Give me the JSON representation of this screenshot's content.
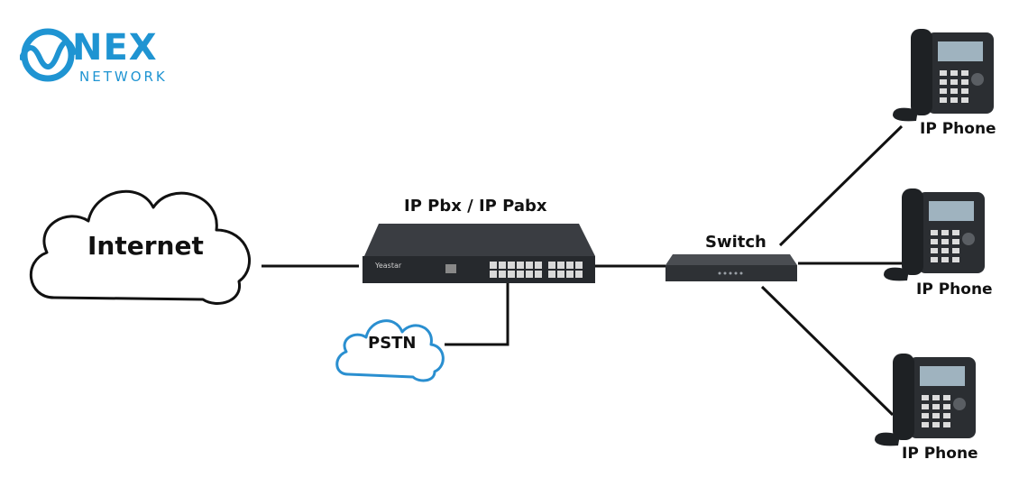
{
  "logo": {
    "brand": "NEX",
    "sub": "NETWORK",
    "color": "#1f94d2"
  },
  "nodes": {
    "internet": "Internet",
    "pbx": "IP Pbx / IP Pabx",
    "pbx_brand": "Yeastar",
    "pstn": "PSTN",
    "switch": "Switch",
    "phones": [
      "IP Phone",
      "IP Phone",
      "IP Phone"
    ]
  },
  "colors": {
    "pstn_cloud_stroke": "#2a8fd0",
    "device_body": "#2b2e32"
  }
}
